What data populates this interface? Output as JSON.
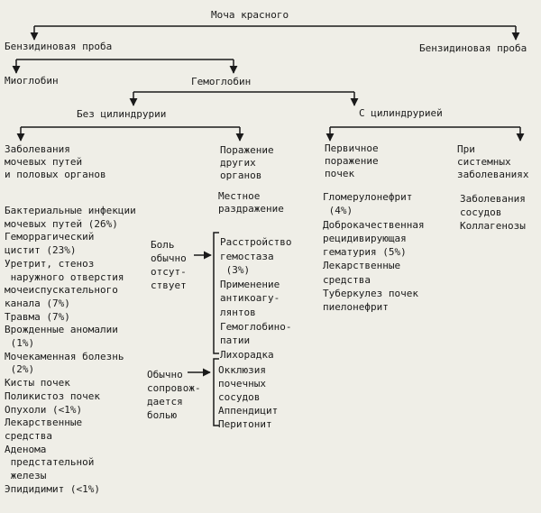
{
  "root": "Моча красного",
  "benzidine_left": "Бензидиновая проба",
  "benzidine_right": "Бензидиновая проба",
  "myoglobin": "Миоглобин",
  "hemoglobin": "Гемоглобин",
  "without_casts": "Без цилиндрурии",
  "with_casts": "С цилиндрурией",
  "col1": {
    "heading": "Заболевания\nмочевых путей\nи половых органов",
    "list": "Бактериальные инфекции\nмочевых путей (26%)\nГеморрагический\nцистит (23%)\nУретрит, стеноз\n наружного отверстия\nмочеиспускательного\nканала (7%)\nТравма (7%)\nВрожденные аномалии\n (1%)\nМочекаменная болезнь\n (2%)\nКисты почек\nПоликистоз почек\nОпухоли (<1%)\nЛекарственные\nсредства\nАденома\n предстательной\n железы\nЭпидидимит (<1%)"
  },
  "pain_absent": "Боль\nобычно\nотсут-\nствует",
  "pain_present": "Обычно\nсопровож-\nдается\nболью",
  "col2": {
    "heading": "Поражение\nдругих\nорганов",
    "local": "Местное\nраздражение",
    "group_absent": "Расстройство\nгемостаза\n (3%)\nПрименение\nантикоагу-\nлянтов\nГемоглобино-\nпатии\nЛихорадка",
    "group_present": "Окклюзия\nпочечных\nсосудов\nАппендицит\nПеритонит"
  },
  "col3": {
    "heading": "Первичное\nпоражение\nпочек",
    "list": "Гломерулонефрит\n (4%)\nДоброкачественная\nрецидивирующая\nгематурия (5%)\nЛекарственные\nсредства\nТуберкулез почек\nпиелонефрит"
  },
  "col4": {
    "heading": "При\nсистемных\nзаболеваниях",
    "list": "Заболевания\nсосудов\nКоллагенозы"
  }
}
